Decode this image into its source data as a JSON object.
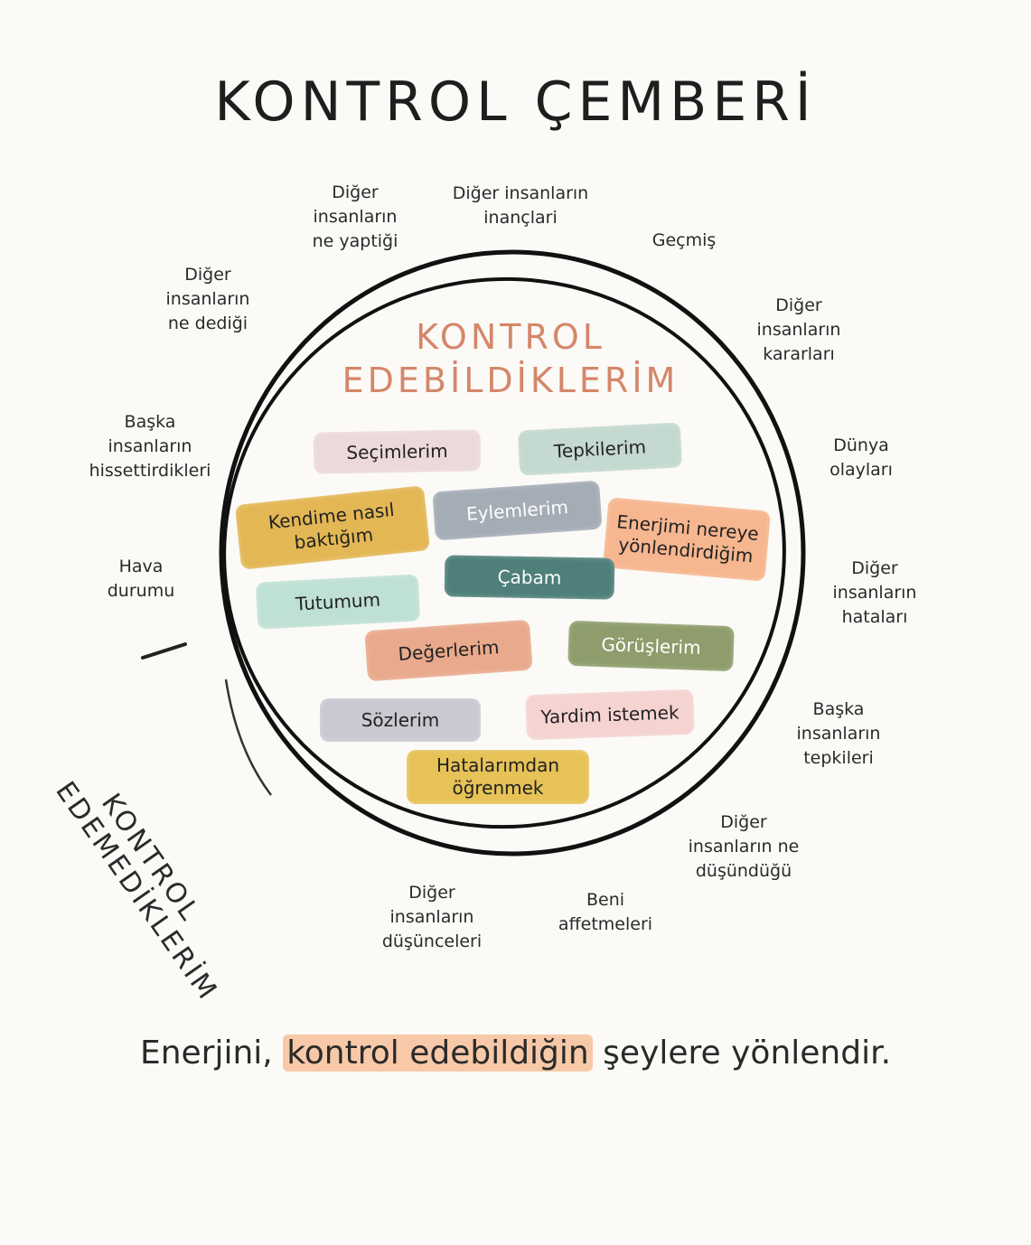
{
  "title": "KONTROL ÇEMBERİ",
  "inner_title": [
    "KONTROL",
    "EDEBİLDİKLERİM"
  ],
  "outer_title": [
    "KONTROL",
    "EDEMEDİKLERİM"
  ],
  "inside_items": [
    {
      "label": "Seçimlerim",
      "color": "#ecd9db"
    },
    {
      "label": "Tepkilerim",
      "color": "#c4d9d0"
    },
    {
      "label": "Kendime nasıl baktığım",
      "color": "#e3b754"
    },
    {
      "label": "Eylemlerim",
      "color": "#a4acb6"
    },
    {
      "label": "Enerjimi nereye yönlendirdiğim",
      "color": "#f6b68f"
    },
    {
      "label": "Çabam",
      "color": "#4e7f7a"
    },
    {
      "label": "Tutumum",
      "color": "#bfe0d5"
    },
    {
      "label": "Değerlerim",
      "color": "#e9a98c"
    },
    {
      "label": "Görüşlerim",
      "color": "#8e9d6b"
    },
    {
      "label": "Sözlerim",
      "color": "#cbc8d1"
    },
    {
      "label": "Yardim istemek",
      "color": "#f4d3d1"
    },
    {
      "label": "Hatalarımdan öğrenmek",
      "color": "#e6c257"
    }
  ],
  "outside_items": [
    "Diğer insanların ne yaptiği",
    "Diğer insanların inançlari",
    "Geçmiş",
    "Diğer insanların ne dediği",
    "Diğer insanların kararları",
    "Başka insanların hissettirdikleri",
    "Dünya olayları",
    "Hava durumu",
    "Diğer insanların hataları",
    "Başka insanların tepkileri",
    "Diğer insanların ne düşündüğü",
    "Diğer insanların düşünceleri",
    "Beni affetmeleri"
  ],
  "tagline": {
    "before": "Enerjini, ",
    "highlight": "kontrol edebildiğin",
    "after": " şeylere yönlendir.",
    "highlight_color": "#f8c9a8"
  }
}
